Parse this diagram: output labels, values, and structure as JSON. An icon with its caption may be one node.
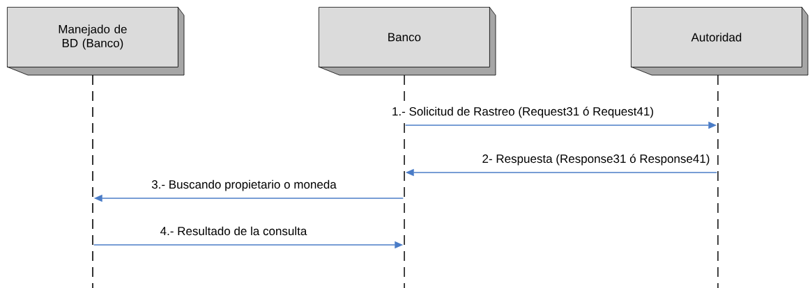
{
  "diagram": {
    "nodes": [
      {
        "text": [
          "Manejado de BD (Banco)"
        ]
      },
      {
        "text": [
          "Banco"
        ]
      },
      {
        "text": [
          "Autoridad"
        ]
      },
      {
        "text": [],
        "shape": "line"
      },
      {
        "text": [],
        "shape": "line"
      },
      {
        "text": [],
        "shape": "line"
      }
    ],
    "edges": [
      {
        "from": 4,
        "to": 5,
        "arrow": "to",
        "label": "1.- Solicitud de Rastreo (Request31 ó Request41)"
      },
      {
        "from": 5,
        "to": 4,
        "arrow": "to",
        "label": "2- Respuesta (Response31 ó Response41)"
      },
      {
        "from": 4,
        "to": 3,
        "arrow": "to",
        "label": "3.- Buscando propietario o moneda"
      },
      {
        "from": 3,
        "to": 4,
        "arrow": "to",
        "label": "4.- Resultado de la consulta"
      }
    ]
  }
}
